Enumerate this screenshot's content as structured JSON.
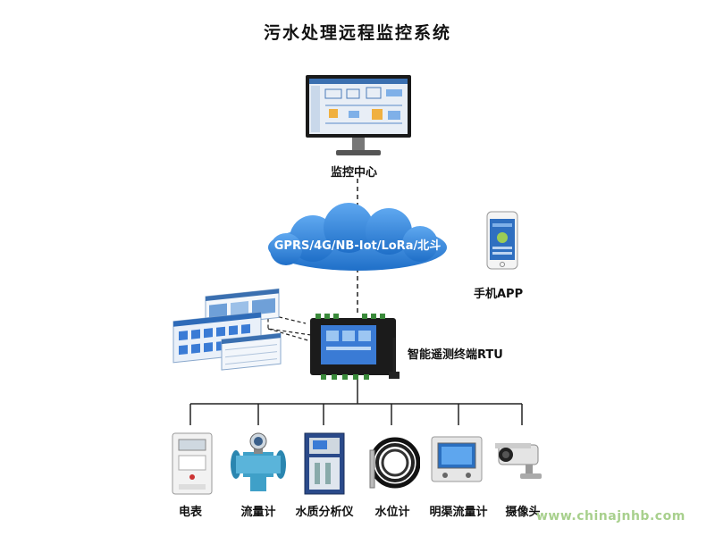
{
  "title": "污水处理远程监控系统",
  "center_label": "监控中心",
  "network_label": "GPRS/4G/NB-Iot/LoRa/北斗",
  "app_label": "手机APP",
  "rtu_label": "智能遥测终端RTU",
  "devices": [
    {
      "label": "电表",
      "icon": "electric-meter-icon"
    },
    {
      "label": "流量计",
      "icon": "flow-meter-icon"
    },
    {
      "label": "水质分析仪",
      "icon": "water-quality-analyzer-icon"
    },
    {
      "label": "水位计",
      "icon": "water-level-sensor-icon"
    },
    {
      "label": "明渠流量计",
      "icon": "open-channel-flow-meter-icon"
    },
    {
      "label": "摄像头",
      "icon": "camera-icon"
    }
  ],
  "watermark": "www.chinajnhb.com",
  "colors": {
    "cloud": "#2e86de",
    "cloud_light": "#5fa8f0",
    "line": "#222222",
    "rtu_body": "#1b1b1b",
    "screen_blue": "#3a7bd5",
    "watermark": "#a8d08d"
  }
}
